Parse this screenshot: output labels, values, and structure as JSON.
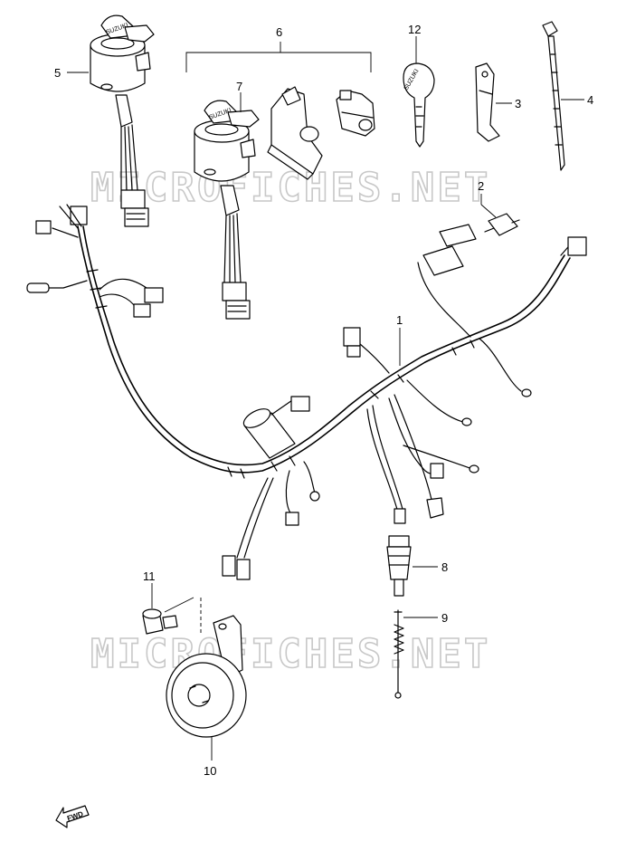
{
  "watermark": "MICROFICHES.NET",
  "brand_logo": "SUZUKI",
  "fwd_label": "FWD",
  "callouts": {
    "c1": "1",
    "c2": "2",
    "c3": "3",
    "c4": "4",
    "c5": "5",
    "c6": "6",
    "c7": "7",
    "c8": "8",
    "c9": "9",
    "c10": "10",
    "c11": "11",
    "c12": "12"
  },
  "colors": {
    "line": "#000000",
    "watermark": "#c8c8c8",
    "background": "#ffffff"
  }
}
